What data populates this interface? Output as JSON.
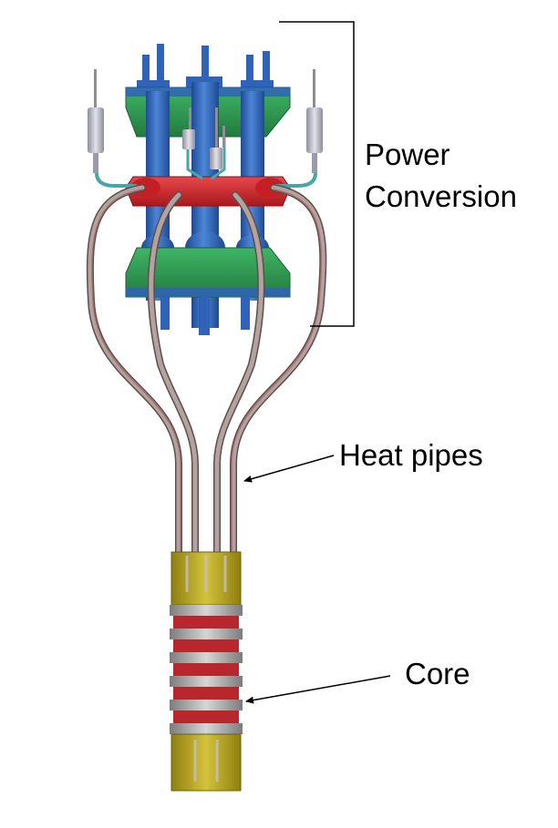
{
  "labels": {
    "power_conversion_line1": "Power",
    "power_conversion_line2": "Conversion",
    "heat_pipes": "Heat pipes",
    "core": "Core"
  },
  "colors": {
    "background": "#ffffff",
    "converter_blue": "#2f63b8",
    "flange_green": "#2f9a52",
    "clamp_red": "#d4262b",
    "heat_pipe": "#9c8b88",
    "cooling_line": "#4aa6a6",
    "core_gold": "#b5a31a",
    "core_red": "#b8272c",
    "core_gray": "#9a9a9a",
    "annotation": "#000000"
  },
  "icons": [
    "stirling-converter-icon",
    "heat-pipe-icon",
    "reactor-core-icon"
  ]
}
